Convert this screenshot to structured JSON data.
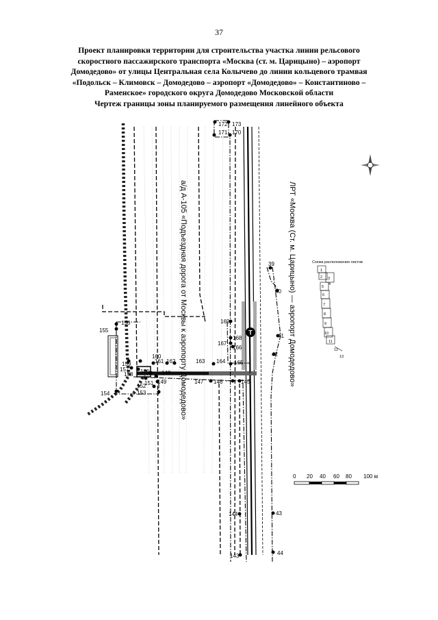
{
  "page": {
    "number": "37"
  },
  "title": {
    "lines": [
      "Проект планировки территории для строительства участка линии рельсового",
      "скоростного пассажирского транспорта «Москва (ст. м. Царицыно) – аэропорт",
      "Домодедово» от улицы Центральная села Колычево до линии кольцевого трамвая",
      "«Подольск – Климовск – Домодедово – аэропорт «Домодедово» – Константиново –",
      "Раменское» городского округа Домодедово Московской области",
      "Чертеж границы зоны планируемого размещения линейного объекта"
    ]
  },
  "map": {
    "road_label": "а/д А-105 «Подъездная дорога от Москвы к аэропорту Домодедово»",
    "rail_label": "ЛРТ «Москва (Ст. м. Царицыно) — аэропорт Домодедово»",
    "inset_title": "Схема расположения листов",
    "inset_sheets": [
      "1",
      "2",
      "3",
      "4",
      "5",
      "6",
      "7",
      "8",
      "9",
      "10",
      "11",
      "12",
      "13"
    ],
    "transit_symbol": "T",
    "points_right": [
      {
        "id": "39",
        "label": "39"
      },
      {
        "id": "40",
        "label": "40"
      },
      {
        "id": "41",
        "label": "41"
      },
      {
        "id": "42",
        "label": "42"
      },
      {
        "id": "43",
        "label": "43"
      },
      {
        "id": "44",
        "label": "44"
      }
    ],
    "points_top": [
      "172",
      "173",
      "171",
      "170"
    ],
    "points_mid": [
      "169",
      "168",
      "167",
      "166",
      "165",
      "164",
      "163"
    ],
    "points_left": [
      "156",
      "155",
      "154",
      "153",
      "152",
      "151",
      "150",
      "149",
      "148",
      "157",
      "158",
      "159",
      "160",
      "161",
      "162"
    ],
    "points_bottom": [
      "147",
      "146",
      "145",
      "144",
      "143"
    ],
    "scale": {
      "ticks": [
        "0",
        "20",
        "40",
        "60",
        "80"
      ],
      "end_label": "100 м"
    }
  }
}
